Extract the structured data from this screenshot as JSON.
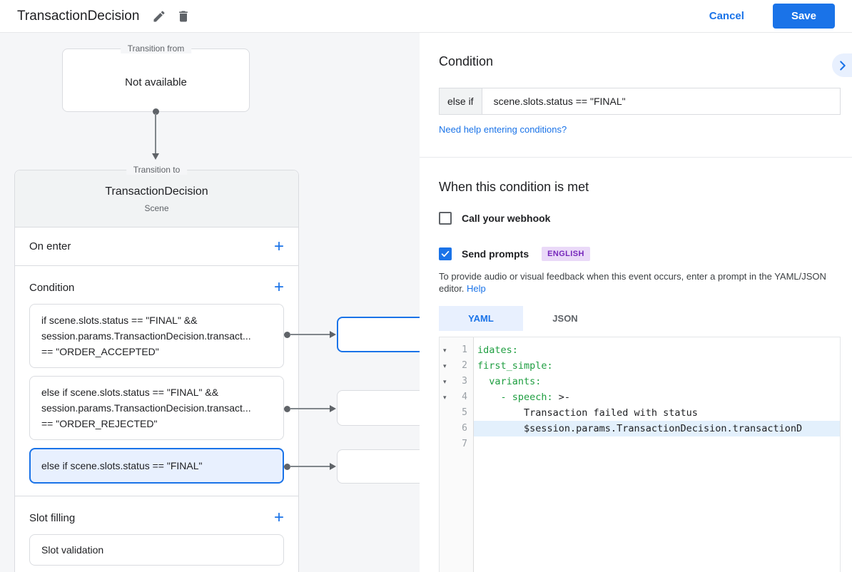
{
  "topbar": {
    "title": "TransactionDecision",
    "cancel_label": "Cancel",
    "save_label": "Save"
  },
  "flow": {
    "transition_from": {
      "legend": "Transition from",
      "value": "Not available"
    },
    "transition_to": {
      "legend": "Transition to",
      "title": "TransactionDecision",
      "subtitle": "Scene",
      "on_enter_label": "On enter",
      "condition_label": "Condition",
      "conditions": [
        {
          "selected": false,
          "lines": [
            "if scene.slots.status == \"FINAL\" &&",
            "session.params.TransactionDecision.transact...",
            "== \"ORDER_ACCEPTED\""
          ]
        },
        {
          "selected": false,
          "lines": [
            "else if scene.slots.status == \"FINAL\" &&",
            "session.params.TransactionDecision.transact...",
            "== \"ORDER_REJECTED\""
          ]
        },
        {
          "selected": true,
          "lines": [
            "else if scene.slots.status == \"FINAL\""
          ]
        }
      ],
      "slot_filling_label": "Slot filling",
      "slot_validation_label": "Slot validation"
    }
  },
  "panel": {
    "condition": {
      "heading": "Condition",
      "prefix": "else if",
      "value": "scene.slots.status == \"FINAL\"",
      "help_link": "Need help entering conditions?"
    },
    "when_met": {
      "heading": "When this condition is met",
      "webhook_label": "Call your webhook",
      "send_prompts_label": "Send prompts",
      "language_badge": "ENGLISH",
      "description": "To provide audio or visual feedback when this event occurs, enter a prompt in the YAML/JSON editor. ",
      "help_label": "Help"
    },
    "editor": {
      "tabs": [
        "YAML",
        "JSON"
      ],
      "active_tab": "YAML",
      "lines": [
        {
          "num": "1",
          "fold": true,
          "hl": false,
          "segs": [
            [
              "key",
              "idates:"
            ]
          ]
        },
        {
          "num": "2",
          "fold": true,
          "hl": false,
          "segs": [
            [
              "key",
              "first_simple:"
            ]
          ]
        },
        {
          "num": "3",
          "fold": true,
          "hl": false,
          "segs": [
            [
              "plain",
              "  "
            ],
            [
              "key",
              "variants:"
            ]
          ]
        },
        {
          "num": "4",
          "fold": true,
          "hl": false,
          "segs": [
            [
              "plain",
              "    "
            ],
            [
              "key",
              "- speech:"
            ],
            [
              "plain",
              " >-"
            ]
          ]
        },
        {
          "num": "5",
          "fold": false,
          "hl": false,
          "segs": [
            [
              "plain",
              "        Transaction failed with status"
            ]
          ]
        },
        {
          "num": "6",
          "fold": false,
          "hl": true,
          "segs": [
            [
              "plain",
              "        $session.params.TransactionDecision.transactionD"
            ]
          ]
        },
        {
          "num": "7",
          "fold": false,
          "hl": false,
          "segs": []
        }
      ]
    }
  },
  "colors": {
    "accent_blue": "#1a73e8",
    "selected_fill": "#e8f0fe",
    "badge_purple_bg": "#ead9f8",
    "badge_purple_text": "#7627bb",
    "code_key_green": "#1e9e40",
    "canvas_gray": "#f5f6f8"
  }
}
